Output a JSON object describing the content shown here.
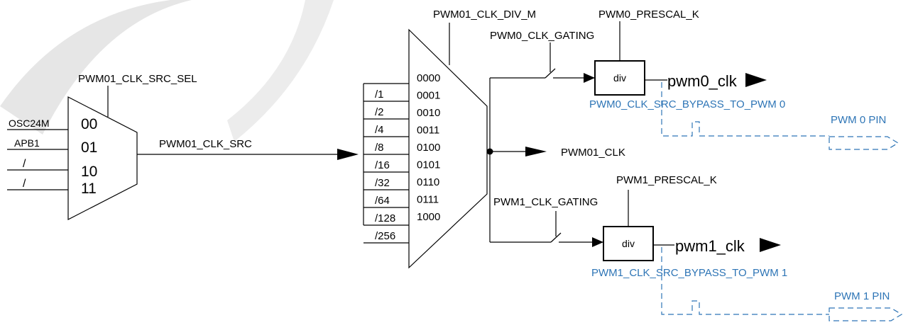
{
  "colors": {
    "line": "#000000",
    "bypass": "#2e75b6",
    "watermark": "#e6e6e6"
  },
  "src_mux": {
    "select_label": "PWM01_CLK_SRC_SEL",
    "inputs": [
      {
        "name": "OSC24M",
        "code": "00"
      },
      {
        "name": "APB1",
        "code": "01"
      },
      {
        "name": "/",
        "code": "10"
      },
      {
        "name": "/",
        "code": "11"
      }
    ],
    "output_label": "PWM01_CLK_SRC"
  },
  "div_mux": {
    "select_label": "PWM01_CLK_DIV_M",
    "ratios": [
      "/1",
      "/2",
      "/4",
      "/8",
      "/16",
      "/32",
      "/64",
      "/128",
      "/256"
    ],
    "codes": [
      "0000",
      "0001",
      "0010",
      "0011",
      "0100",
      "0101",
      "0110",
      "0111",
      "1000"
    ],
    "output_label": "PWM01_CLK"
  },
  "channel0": {
    "gating_label": "PWM0_CLK_GATING",
    "prescal_label": "PWM0_PRESCAL_K",
    "div_label": "div",
    "out_label": "pwm0_clk",
    "bypass_label": "PWM0_CLK_SRC_BYPASS_TO_PWM 0",
    "pin_label": "PWM 0 PIN"
  },
  "channel1": {
    "gating_label": "PWM1_CLK_GATING",
    "prescal_label": "PWM1_PRESCAL_K",
    "div_label": "div",
    "out_label": "pwm1_clk",
    "bypass_label": "PWM1_CLK_SRC_BYPASS_TO_PWM 1",
    "pin_label": "PWM 1 PIN"
  }
}
